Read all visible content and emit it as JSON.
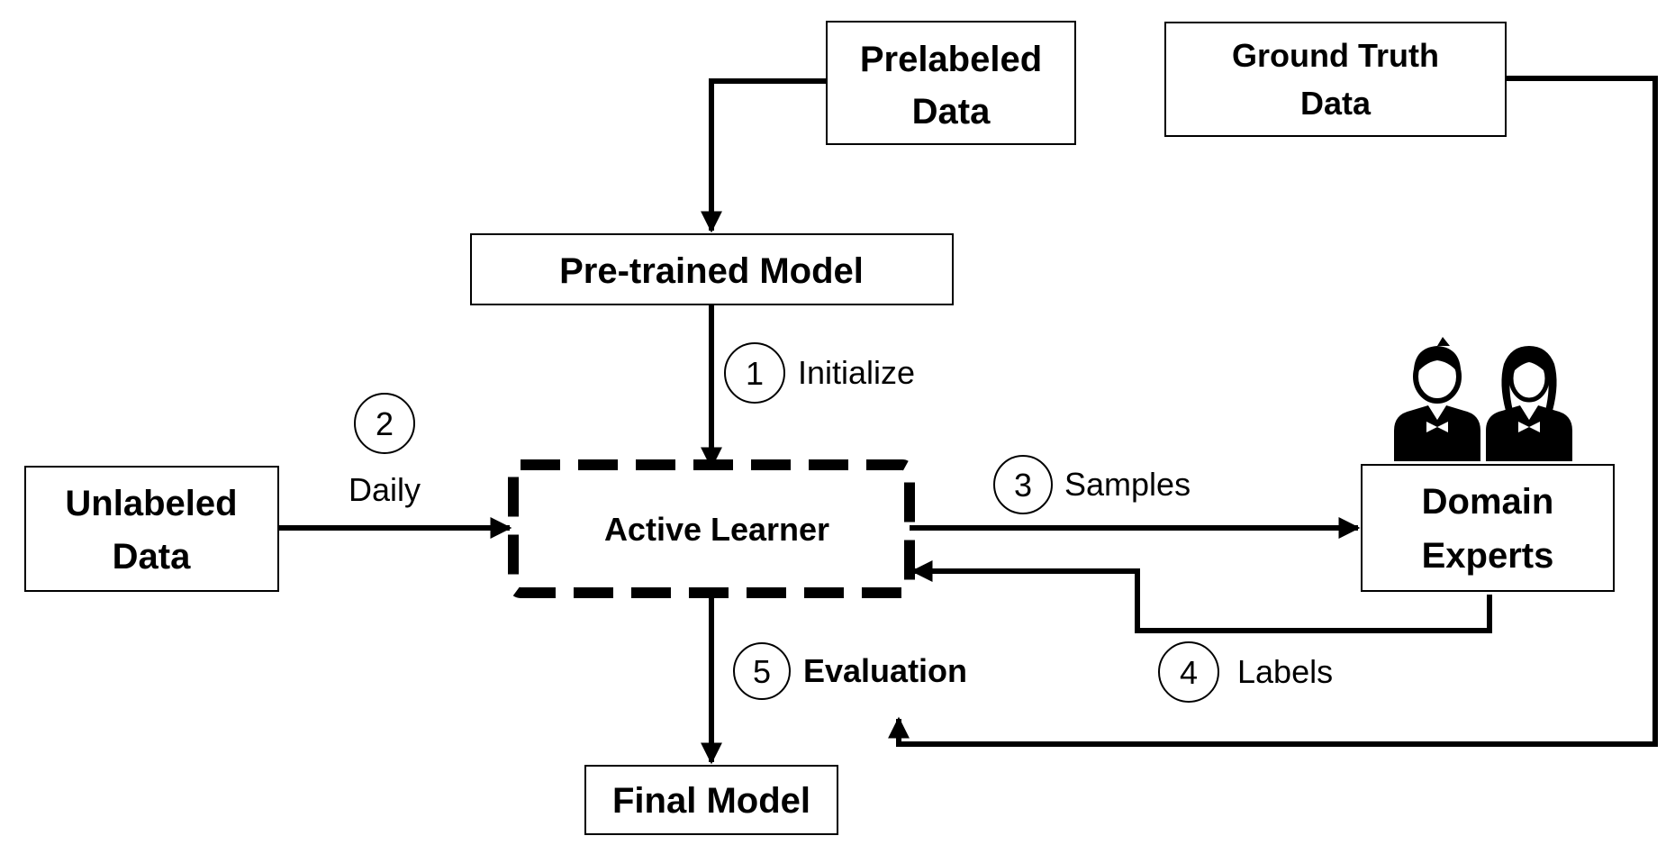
{
  "nodes": {
    "prelabeled_data": [
      "Prelabeled",
      "Data"
    ],
    "ground_truth_data": [
      "Ground Truth",
      "Data"
    ],
    "pretrained_model": "Pre-trained Model",
    "unlabeled_data": [
      "Unlabeled",
      "Data"
    ],
    "active_learner": "Active Learner",
    "domain_experts": [
      "Domain",
      "Experts"
    ],
    "final_model": "Final Model"
  },
  "steps": [
    {
      "number": "1",
      "label": "Initialize"
    },
    {
      "number": "2",
      "label": "Daily"
    },
    {
      "number": "3",
      "label": "Samples"
    },
    {
      "number": "4",
      "label": "Labels"
    },
    {
      "number": "5",
      "label": "Evaluation"
    }
  ],
  "icons": [
    "male-person-icon",
    "female-person-icon"
  ],
  "colors": {
    "stroke": "#000000",
    "background": "#ffffff"
  }
}
